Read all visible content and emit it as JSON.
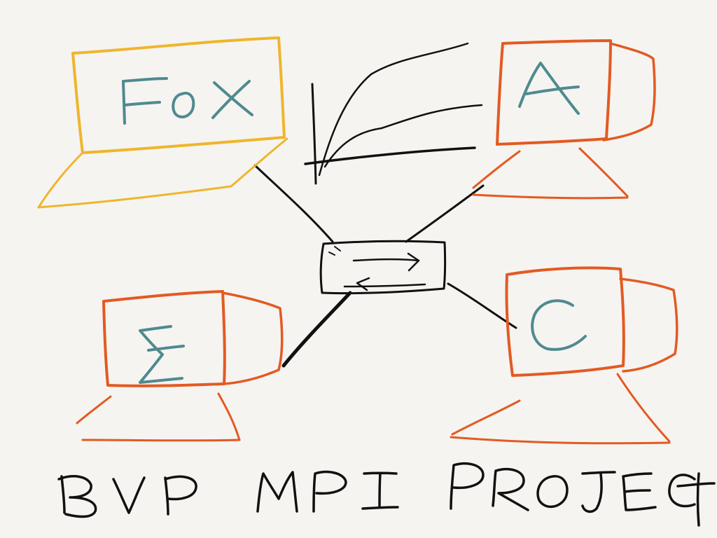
{
  "diagram": {
    "nodes": {
      "fox": {
        "label": "FOX"
      },
      "a": {
        "label": "A"
      },
      "e": {
        "label": "E"
      },
      "c": {
        "label": "C"
      }
    },
    "title": "BVP MPI PROJECT"
  },
  "colors": {
    "laptop": "#efb52c",
    "computers": "#e35a22",
    "node_labels": "#4f8a8f",
    "lines": "#111111",
    "background": "#f5f4f1"
  },
  "icons": {
    "laptop": "laptop-icon",
    "desktop": "desktop-computer-icon",
    "hub": "network-switch-icon",
    "graph": "performance-chart-icon"
  }
}
